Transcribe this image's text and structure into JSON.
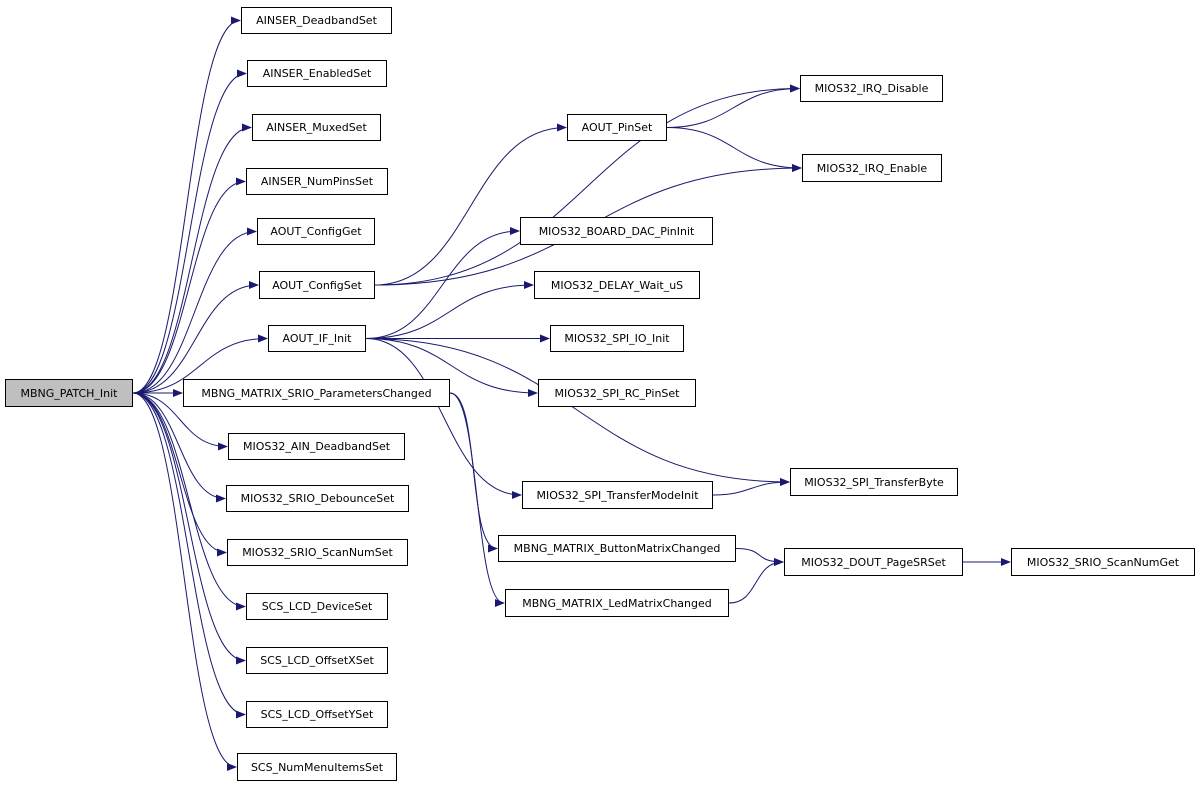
{
  "graph": {
    "nodes": [
      {
        "id": "root",
        "label": "MBNG_PATCH_Init",
        "highlighted": true
      },
      {
        "id": "c01",
        "label": "AINSER_DeadbandSet"
      },
      {
        "id": "c02",
        "label": "AINSER_EnabledSet"
      },
      {
        "id": "c03",
        "label": "AINSER_MuxedSet"
      },
      {
        "id": "c04",
        "label": "AINSER_NumPinsSet"
      },
      {
        "id": "c05",
        "label": "AOUT_ConfigGet"
      },
      {
        "id": "c06",
        "label": "AOUT_ConfigSet"
      },
      {
        "id": "c07",
        "label": "AOUT_IF_Init"
      },
      {
        "id": "c08",
        "label": "MBNG_MATRIX_SRIO_ParametersChanged"
      },
      {
        "id": "c09",
        "label": "MIOS32_AIN_DeadbandSet"
      },
      {
        "id": "c10",
        "label": "MIOS32_SRIO_DebounceSet"
      },
      {
        "id": "c11",
        "label": "MIOS32_SRIO_ScanNumSet"
      },
      {
        "id": "c12",
        "label": "SCS_LCD_DeviceSet"
      },
      {
        "id": "c13",
        "label": "SCS_LCD_OffsetXSet"
      },
      {
        "id": "c14",
        "label": "SCS_LCD_OffsetYSet"
      },
      {
        "id": "c15",
        "label": "SCS_NumMenuItemsSet"
      },
      {
        "id": "d01",
        "label": "AOUT_PinSet"
      },
      {
        "id": "d02",
        "label": "MIOS32_BOARD_DAC_PinInit"
      },
      {
        "id": "d03",
        "label": "MIOS32_DELAY_Wait_uS"
      },
      {
        "id": "d04",
        "label": "MIOS32_SPI_IO_Init"
      },
      {
        "id": "d05",
        "label": "MIOS32_SPI_RC_PinSet"
      },
      {
        "id": "d06",
        "label": "MIOS32_SPI_TransferModeInit"
      },
      {
        "id": "d07",
        "label": "MBNG_MATRIX_ButtonMatrixChanged"
      },
      {
        "id": "d08",
        "label": "MBNG_MATRIX_LedMatrixChanged"
      },
      {
        "id": "e01",
        "label": "MIOS32_IRQ_Disable"
      },
      {
        "id": "e02",
        "label": "MIOS32_IRQ_Enable"
      },
      {
        "id": "e03",
        "label": "MIOS32_SPI_TransferByte"
      },
      {
        "id": "e04",
        "label": "MIOS32_DOUT_PageSRSet"
      },
      {
        "id": "f01",
        "label": "MIOS32_SRIO_ScanNumGet"
      }
    ],
    "edges": [
      {
        "from": "root",
        "to": "c01"
      },
      {
        "from": "root",
        "to": "c02"
      },
      {
        "from": "root",
        "to": "c03"
      },
      {
        "from": "root",
        "to": "c04"
      },
      {
        "from": "root",
        "to": "c05"
      },
      {
        "from": "root",
        "to": "c06"
      },
      {
        "from": "root",
        "to": "c07"
      },
      {
        "from": "root",
        "to": "c08"
      },
      {
        "from": "root",
        "to": "c09"
      },
      {
        "from": "root",
        "to": "c10"
      },
      {
        "from": "root",
        "to": "c11"
      },
      {
        "from": "root",
        "to": "c12"
      },
      {
        "from": "root",
        "to": "c13"
      },
      {
        "from": "root",
        "to": "c14"
      },
      {
        "from": "root",
        "to": "c15"
      },
      {
        "from": "c06",
        "to": "d01"
      },
      {
        "from": "c06",
        "to": "e01"
      },
      {
        "from": "c06",
        "to": "e02"
      },
      {
        "from": "d01",
        "to": "e01"
      },
      {
        "from": "d01",
        "to": "e02"
      },
      {
        "from": "c07",
        "to": "d02"
      },
      {
        "from": "c07",
        "to": "d03"
      },
      {
        "from": "c07",
        "to": "d04"
      },
      {
        "from": "c07",
        "to": "d05"
      },
      {
        "from": "c07",
        "to": "e03"
      },
      {
        "from": "c07",
        "to": "d06"
      },
      {
        "from": "d06",
        "to": "e03"
      },
      {
        "from": "c08",
        "to": "d07"
      },
      {
        "from": "c08",
        "to": "d08"
      },
      {
        "from": "d07",
        "to": "e04"
      },
      {
        "from": "d08",
        "to": "e04"
      },
      {
        "from": "e04",
        "to": "f01"
      }
    ],
    "colors": {
      "edge": "#191970",
      "node_border": "#000000",
      "node_fill": "#ffffff",
      "root_fill": "#bfbfbf"
    }
  }
}
